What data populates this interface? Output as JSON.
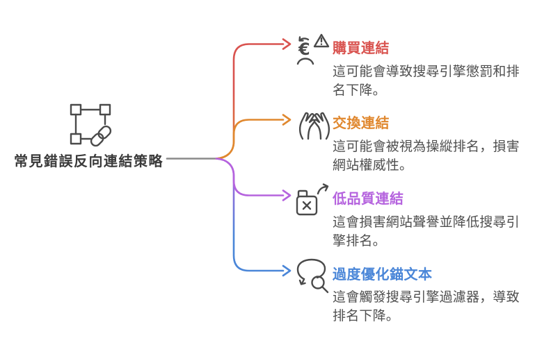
{
  "page": {
    "background": "#ffffff"
  },
  "root": {
    "label": "常見錯誤反向連結策略",
    "icon": "backlink-selection-icon",
    "text_color": "#3a3a3a"
  },
  "connector": {
    "trunk_color": "#8a8a8a",
    "style": "curved elbow lines with open chevron arrowheads, fanning from one branch point to four nodes"
  },
  "branches": [
    {
      "title": "購買連結",
      "description": "這可能會導致搜尋引擎懲罰和排名下降。",
      "color": "#d9534f",
      "icon": "money-warning-icon"
    },
    {
      "title": "交換連結",
      "description": "這可能會被視為操縱排名，損害網站權威性。",
      "color": "#e0882f",
      "icon": "handshake-icon"
    },
    {
      "title": "低品質連結",
      "description": "這會損害網站聲譽並降低搜尋引擎排名。",
      "color": "#b563de",
      "icon": "rejected-container-export-icon"
    },
    {
      "title": "過度優化錨文本",
      "description": "這會觸發搜尋引擎過濾器，導致排名下降。",
      "color": "#4a86d8",
      "icon": "comment-search-icon"
    }
  ],
  "text": {
    "description_color": "#4f4f4f",
    "icon_stroke_color": "#4a4a4a"
  }
}
